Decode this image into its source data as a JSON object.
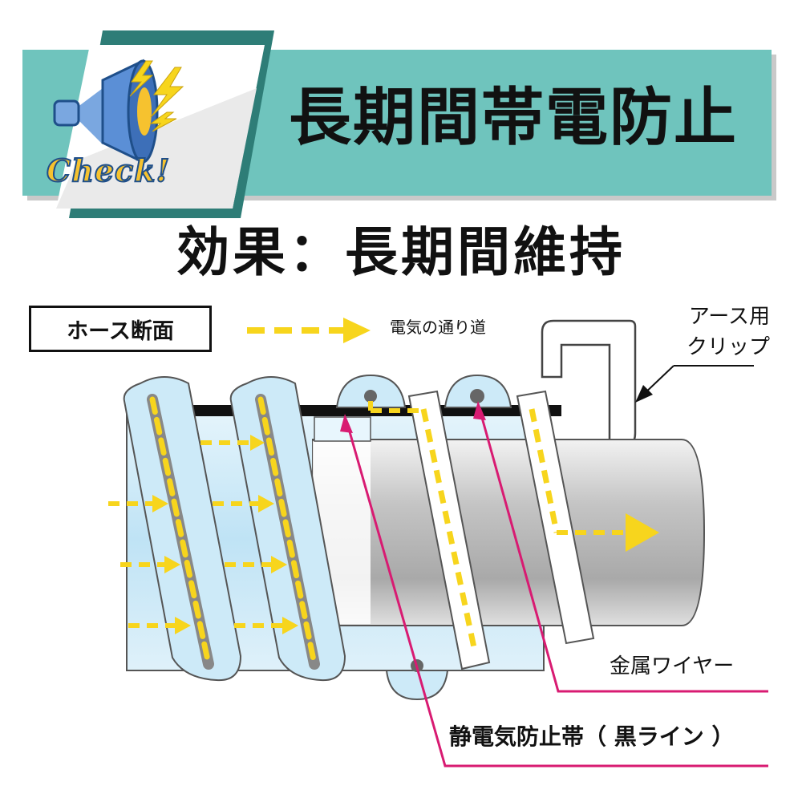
{
  "banner": {
    "check": "Check!",
    "title": "長期間帯電防止"
  },
  "effect": {
    "title": "効果：長期間維持"
  },
  "legend": {
    "box": "ホース断面",
    "flow": "電気の通り道"
  },
  "labels": {
    "clip_line1": "アース用",
    "clip_line2": "クリップ",
    "wire": "金属ワイヤー",
    "band": "静電気防止帯（ 黒ライン ）"
  },
  "colors": {
    "teal": "#6fc4bd",
    "teal_dark": "#2e7d77",
    "flow": "#f7d51d",
    "pointer": "#d81b72",
    "hose": "#bfe3f5",
    "pipe": "#c8c8c8"
  },
  "icons": [
    "megaphone-icon",
    "lightning-icon"
  ]
}
